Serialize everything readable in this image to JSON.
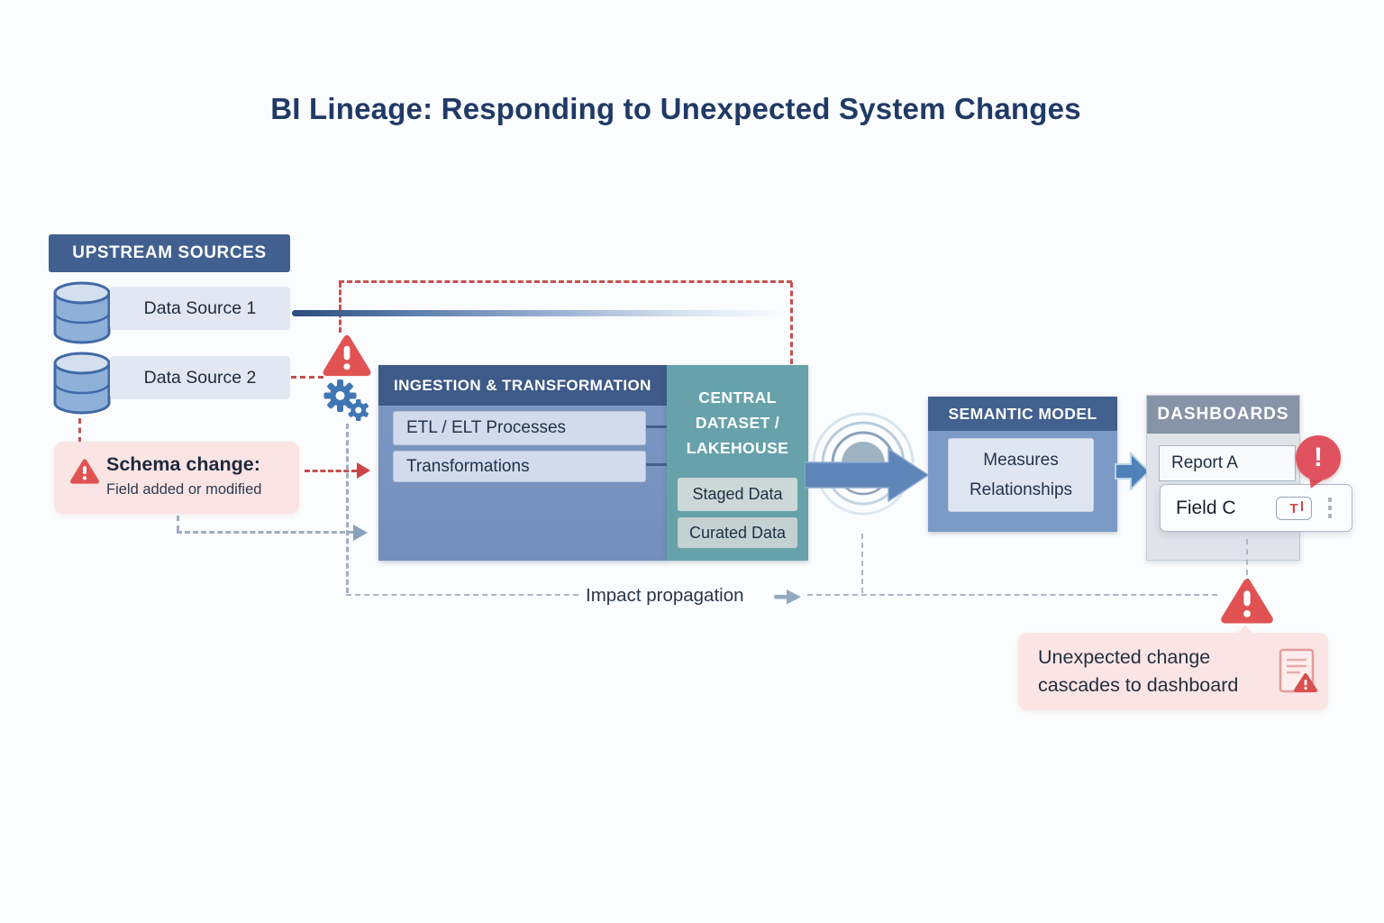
{
  "title": "BI Lineage: Responding to Unexpected System Changes",
  "upstream": {
    "header": "UPSTREAM SOURCES",
    "sources": [
      {
        "label": "Data Source 1"
      },
      {
        "label": "Data Source 2"
      }
    ]
  },
  "schema_change": {
    "title": "Schema change:",
    "subtitle": "Field added or modified"
  },
  "ingestion": {
    "header": "INGESTION & TRANSFORMATION",
    "items": [
      "ETL / ELT Processes",
      "Transformations"
    ]
  },
  "central": {
    "header_line1": "CENTRAL",
    "header_line2": "DATASET /",
    "header_line3": "LAKEHOUSE",
    "items": [
      "Staged Data",
      "Curated Data"
    ]
  },
  "semantic": {
    "header": "SEMANTIC MODEL",
    "item_line1": "Measures",
    "item_line2": "Relationships"
  },
  "dashboards": {
    "header": "DASHBOARDS",
    "report_label": "Report A",
    "field_label": "Field C",
    "field_type_glyph": "T",
    "alert_glyph": "!"
  },
  "impact_label": "Impact propagation",
  "cascade_note": {
    "line1": "Unexpected change",
    "line2": "cascades to dashboard"
  },
  "icons": {
    "database": "database-cylinder",
    "warning": "warning-triangle",
    "gears": "processing-gears",
    "ripple": "impact-ripple",
    "flow_arrow": "flow-arrow-right",
    "alert_bubble": "exclamation-bubble",
    "field_type": "text-field-type",
    "kebab": "kebab-menu",
    "doc_alert": "document-alert"
  },
  "colors": {
    "title_text": "#203a66",
    "header_blue": "#41608f",
    "panel_blue": "#7c96c2",
    "teal": "#67a2ab",
    "alert_red": "#e15353",
    "pink_bg": "#fbe4e4",
    "dashboard_gray": "#8793a7",
    "arrow_blue": "#5e86b8"
  }
}
